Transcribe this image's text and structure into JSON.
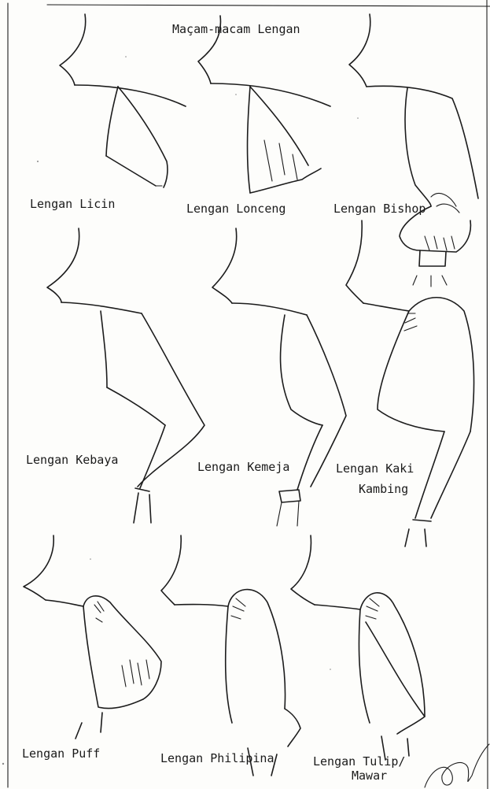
{
  "title": "Maçam-macam Lengan",
  "sleeves": [
    {
      "id": "licin",
      "label": "Lengan Licin"
    },
    {
      "id": "lonceng",
      "label": "Lengan Lonceng"
    },
    {
      "id": "bishop",
      "label": "Lengan Bishop"
    },
    {
      "id": "kebaya",
      "label": "Lengan Kebaya"
    },
    {
      "id": "kemeja",
      "label": "Lengan Kemeja"
    },
    {
      "id": "kaki-kambing",
      "label": "Lengan Kaki",
      "label_line2": "Kambing"
    },
    {
      "id": "puff",
      "label": "Lengan Puff"
    },
    {
      "id": "philipina",
      "label": "Lengan Philipina"
    },
    {
      "id": "tulip-mawar",
      "label": "Lengan Tulip/",
      "label_line2": "Mawar"
    }
  ]
}
